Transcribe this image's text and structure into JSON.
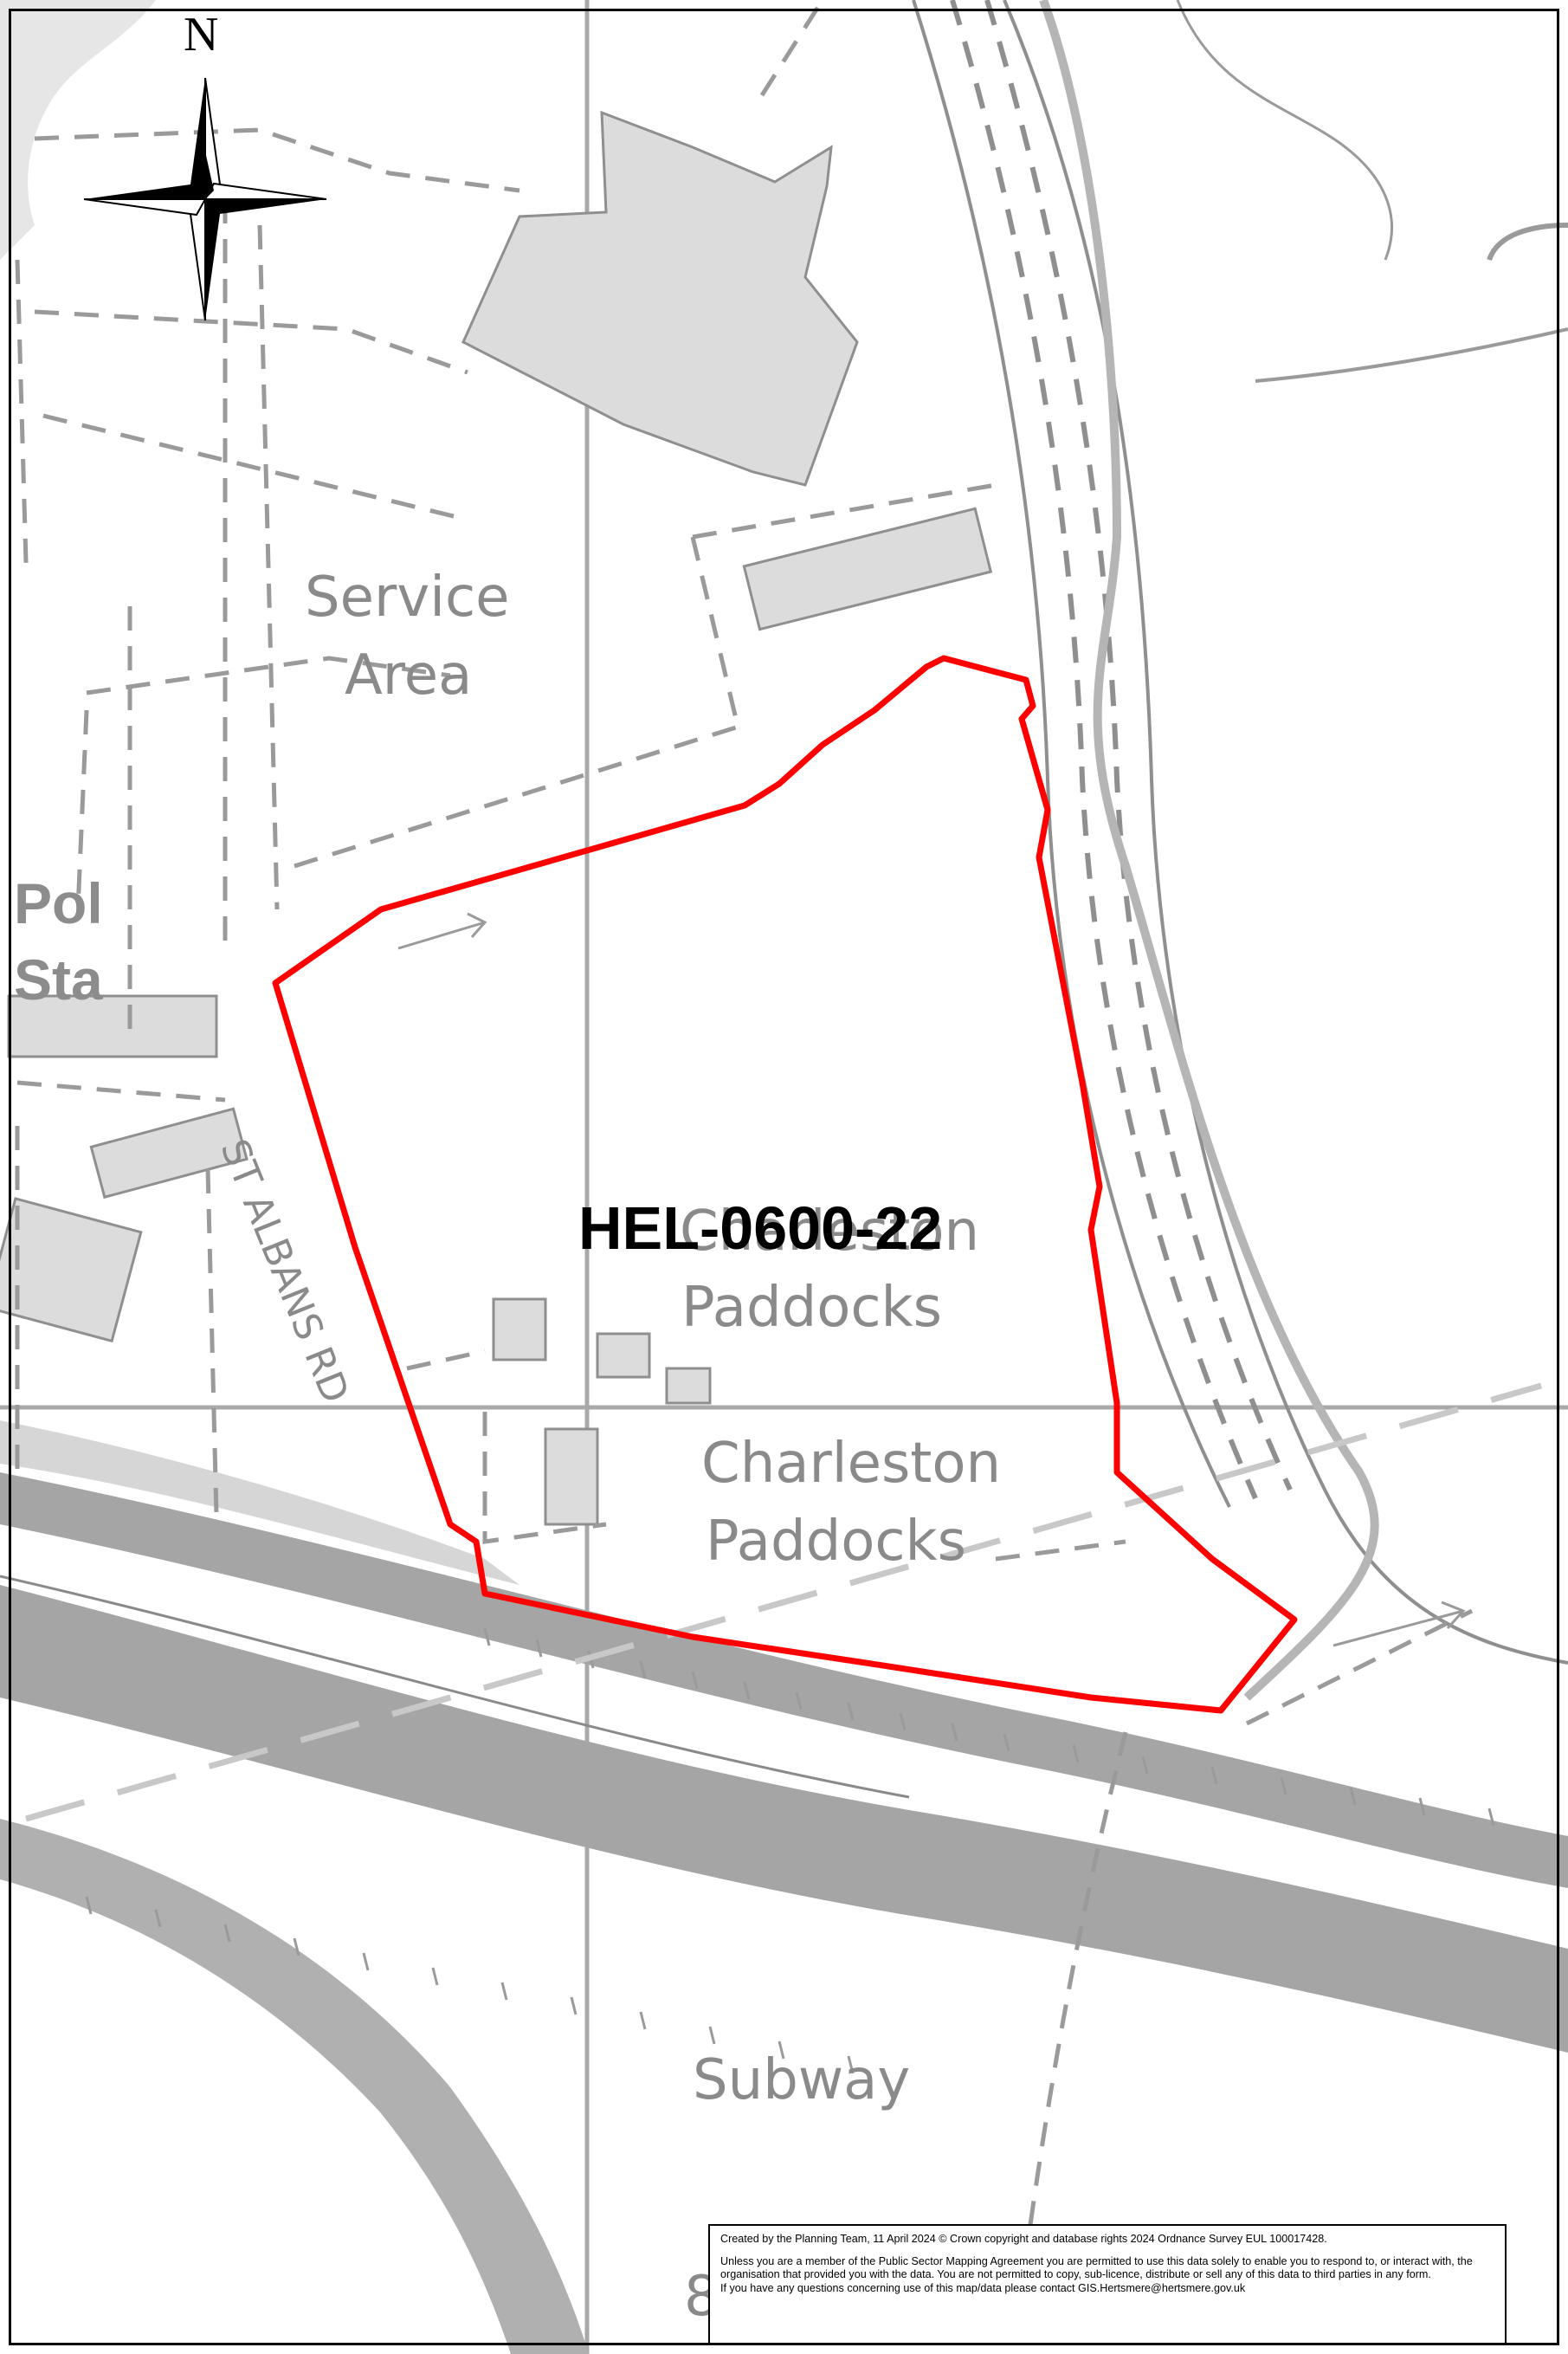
{
  "map": {
    "site_reference": "HEL-0600-22",
    "north_label": "N",
    "place_labels": {
      "service_area_line1": "Service",
      "service_area_line2": "Area",
      "pol_sta_line1": "Pol",
      "pol_sta_line2": "Sta",
      "road": "ST ALBANS RD",
      "paddocks_upper_line1": "Charleston",
      "paddocks_upper_line2": "Paddocks",
      "paddocks_lower_line1": "Charleston",
      "paddocks_lower_line2": "Paddocks",
      "subway": "Subway",
      "partial_label": "8"
    },
    "colors": {
      "site_boundary": "#ff0000",
      "building_fill": "#dcdcdc",
      "road_fill": "#a8a8a8",
      "line_grey": "#9a9a9a"
    }
  },
  "credit": {
    "line1": "Created by the Planning Team, 11 April 2024    © Crown copyright and database rights 2024 Ordnance Survey EUL 100017428.",
    "line2": "Unless you are a member of the Public Sector Mapping Agreement you are permitted to use this data solely to enable you to respond to, or interact with, the organisation that provided you with the data. You are not permitted to copy, sub-licence, distribute or sell any of this data to third parties in any form.",
    "line3": "If you have any questions concerning use of this map/data please contact GIS.Hertsmere@hertsmere.gov.uk"
  }
}
